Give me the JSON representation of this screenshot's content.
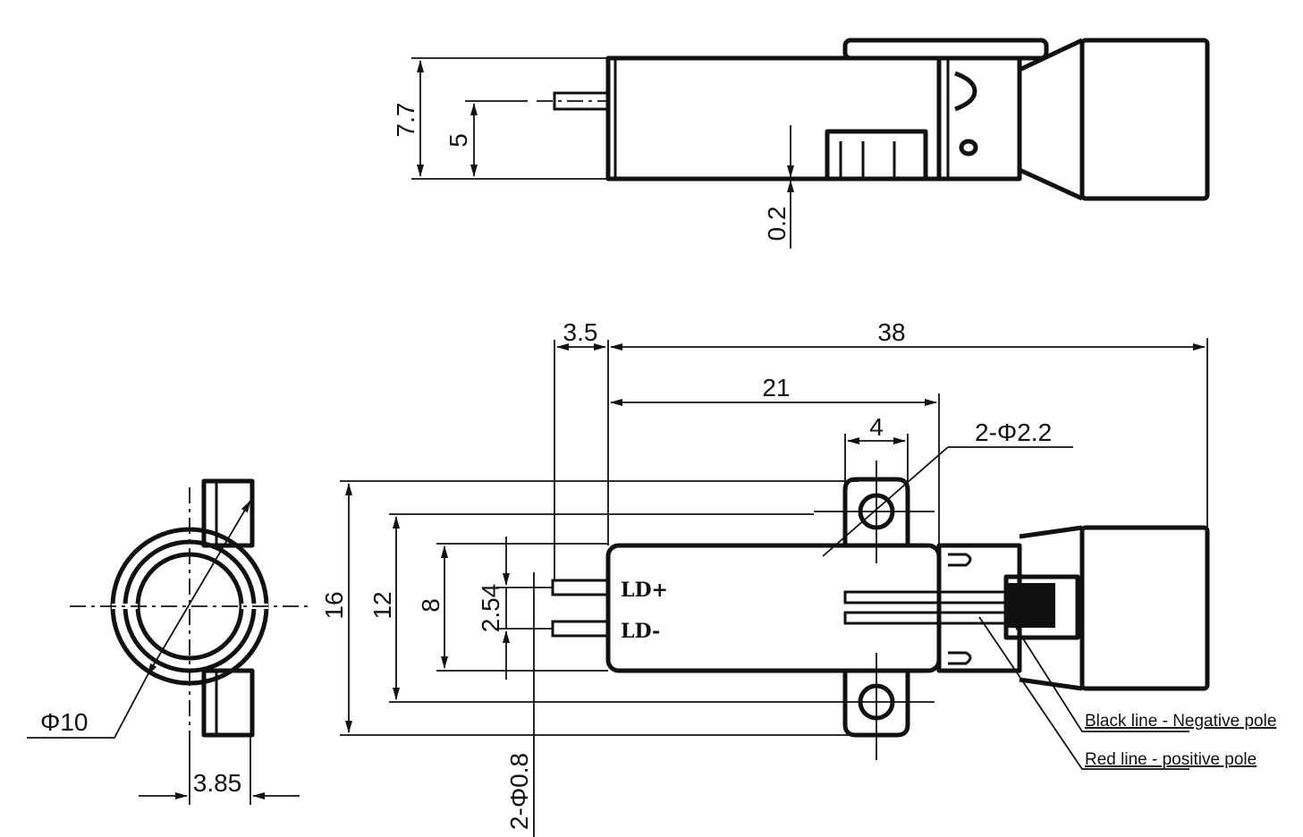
{
  "title": "Laser diode module dimension drawing",
  "top_view": {
    "dim_height": "7.7",
    "dim_pin_height": "5",
    "dim_gap": "0.2"
  },
  "front_view": {
    "dim_overall_length": "38",
    "dim_pin_length": "3.5",
    "dim_mount_hole_pos": "21",
    "dim_ear_width": "4",
    "dim_hole_dia": "2-Φ2.2",
    "dim_overall_height": "16",
    "dim_hole_spacing": "12",
    "dim_body_height": "8",
    "dim_pin_pitch": "2.54",
    "dim_pin_dia": "2-Φ0.8",
    "pin_label_positive": "LD+",
    "pin_label_negative": "LD-",
    "note_black": "Black line - Negative pole",
    "note_red": "Red line - positive pole"
  },
  "end_view": {
    "dim_diameter": "Φ10",
    "dim_tab_width": "3.85"
  }
}
